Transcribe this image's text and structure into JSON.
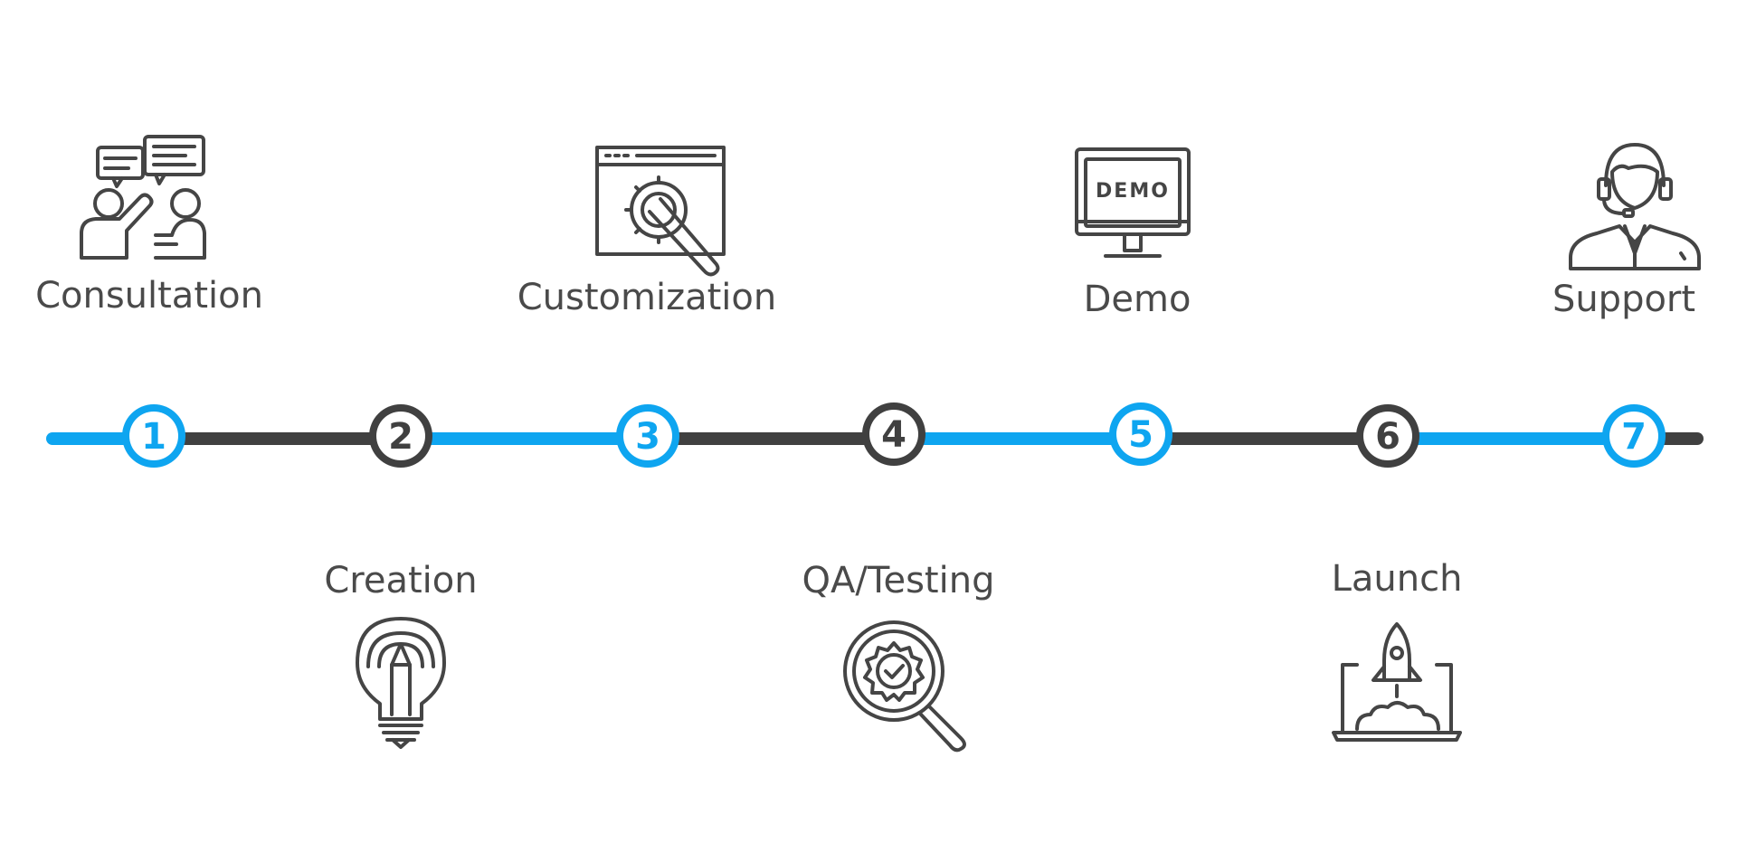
{
  "colors": {
    "blue": "#0ea5f0",
    "dark": "#404040",
    "label": "#4a4a4a",
    "icon": "#454545"
  },
  "steps": [
    {
      "number": "1",
      "label": "Consultation",
      "icon": "consultation-icon",
      "position": "top"
    },
    {
      "number": "2",
      "label": "Creation",
      "icon": "lightbulb-pencil-icon",
      "position": "bottom"
    },
    {
      "number": "3",
      "label": "Customization",
      "icon": "browser-gear-wrench-icon",
      "position": "top"
    },
    {
      "number": "4",
      "label": "QA/Testing",
      "icon": "magnifier-badge-icon",
      "position": "bottom"
    },
    {
      "number": "5",
      "label": "Demo",
      "icon": "monitor-demo-icon",
      "position": "top"
    },
    {
      "number": "6",
      "label": "Launch",
      "icon": "laptop-rocket-icon",
      "position": "bottom"
    },
    {
      "number": "7",
      "label": "Support",
      "icon": "support-agent-icon",
      "position": "top"
    }
  ],
  "demo_screen_text": "DEMO"
}
